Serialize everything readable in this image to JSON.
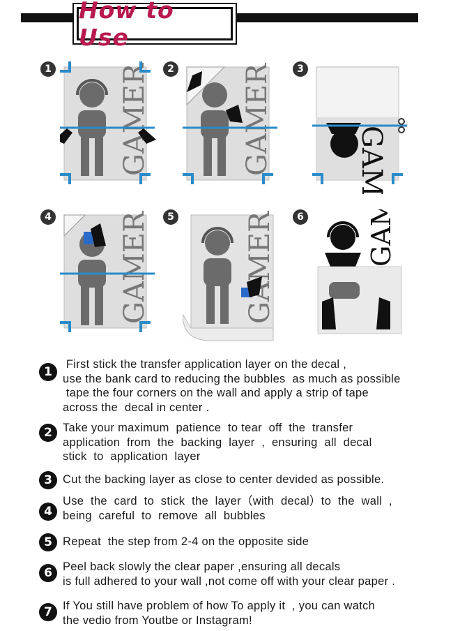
{
  "header": {
    "title": "How to Use"
  },
  "decal_word": "GAMER",
  "steps": [
    {
      "num": "1"
    },
    {
      "num": "2"
    },
    {
      "num": "3"
    },
    {
      "num": "4"
    },
    {
      "num": "5"
    },
    {
      "num": "6"
    }
  ],
  "instructions": [
    {
      "num": "1",
      "lines": [
        " First stick the transfer application layer on the decal ,",
        "use the bank card to reducing the bubbles  as much as possible",
        " tape the four corners on the wall and apply a strip of tape",
        "across the  decal in center ."
      ]
    },
    {
      "num": "2",
      "lines": [
        "Take your maximum  patience  to tear  off  the  transfer",
        "application  from  the  backing  layer  ,  ensuring  all  decal",
        "stick  to  application  layer"
      ]
    },
    {
      "num": "3",
      "lines": [
        "Cut the backing layer as close to center devided as possible."
      ]
    },
    {
      "num": "4",
      "lines": [
        "Use  the  card  to  stick  the  layer（with  decal）to  the  wall  ,",
        "being  careful  to  remove  all  bubbles"
      ]
    },
    {
      "num": "5",
      "lines": [
        "Repeat  the step from 2-4 on the opposite side"
      ]
    },
    {
      "num": "6",
      "lines": [
        "Peel back slowly the clear paper ,ensuring all decals",
        "is full adhered to your wall ,not come off with your clear paper ."
      ]
    },
    {
      "num": "7",
      "lines": [
        "If You still have problem of how To apply it  , you can watch",
        "the vedio from Youtbe or Instagram!"
      ]
    }
  ]
}
